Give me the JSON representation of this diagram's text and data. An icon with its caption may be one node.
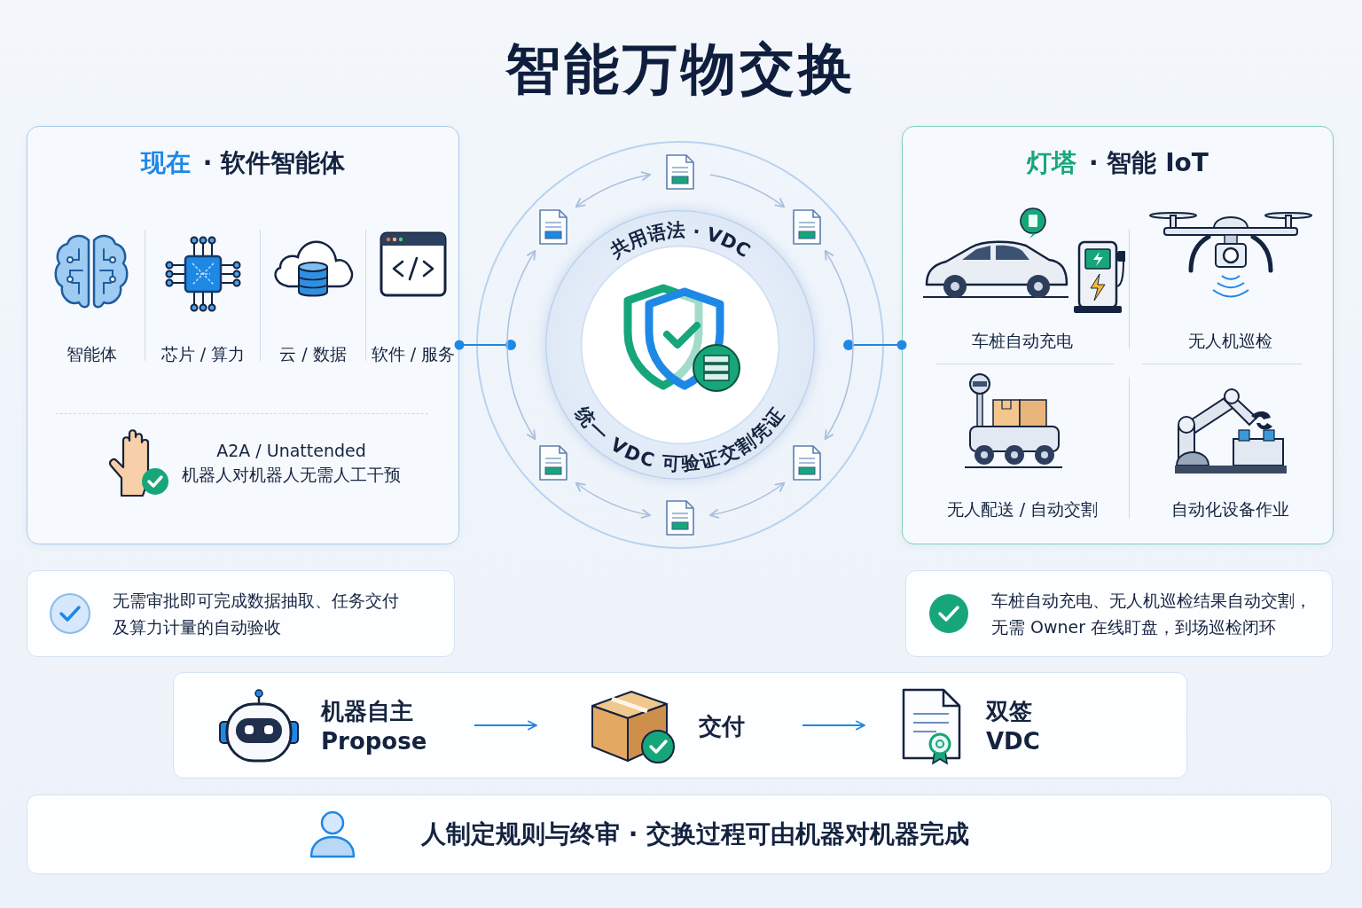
{
  "diagram": {
    "title": "智能万物交换",
    "nodes": [
      {
        "text": [
          "现在",
          "· 软件智能体"
        ]
      },
      {
        "text": [
          "智能体"
        ],
        "in": 0
      },
      {
        "text": [
          "芯片 / 算力"
        ],
        "in": 0
      },
      {
        "text": [
          "云 / 数据"
        ],
        "in": 0
      },
      {
        "text": [
          "软件 / 服务"
        ],
        "in": 0
      },
      {
        "text": [
          "A2A / Unattended",
          "机器人对机器人无需人工干预"
        ],
        "in": 0
      },
      {
        "text": [],
        "shape": "circle"
      },
      {
        "text": [],
        "shape": "circle",
        "in": 6
      },
      {
        "text": [],
        "shape": "circle",
        "in": 6
      },
      {
        "text": [],
        "shape": "picture",
        "in": 6
      },
      {
        "text": [],
        "shape": "picture",
        "in": 6
      },
      {
        "text": [],
        "shape": "picture",
        "in": 6
      },
      {
        "text": [],
        "shape": "picture",
        "in": 6
      },
      {
        "text": [],
        "shape": "picture",
        "in": 6
      },
      {
        "text": [],
        "shape": "picture",
        "in": 6
      },
      {
        "text": [
          "共用语法 · VDC",
          "统一 VDC 可验证交割凭证"
        ],
        "in": 6
      },
      {
        "text": [],
        "shape": "picture",
        "in": 15
      },
      {
        "text": [
          "灯塔",
          "· 智能 IoT"
        ]
      },
      {
        "text": [
          "车桩自动充电"
        ],
        "in": 17
      },
      {
        "text": [
          "无人机巡检"
        ],
        "in": 17
      },
      {
        "text": [
          "无人配送 / 自动交割"
        ],
        "in": 17
      },
      {
        "text": [
          "自动化设备作业"
        ],
        "in": 17
      },
      {
        "text": [
          "无需审批即可完成数据抽取、任务交付及算力计量的自动验收"
        ]
      },
      {
        "text": [
          "车桩自动充电、无人机巡检结果自动交割，无需 Owner 在线盯盘，到场巡检闭环"
        ]
      },
      {
        "text": [],
        "shape": "box"
      },
      {
        "text": [
          "机器自主 Propose"
        ],
        "in": 24
      },
      {
        "text": [
          "交付"
        ],
        "in": 24
      },
      {
        "text": [
          "双签 VDC"
        ],
        "in": 24
      },
      {
        "text": [
          "人制定规则与终审 · 交换过程可由机器对机器完成"
        ]
      }
    ],
    "edges": [
      {
        "from": 4,
        "to": 7,
        "arrow": "other",
        "color": "#1e88e5"
      },
      {
        "from": 8,
        "to": 17,
        "arrow": "other",
        "color": "#1e88e5"
      },
      {
        "from": 9,
        "to": 11,
        "arrow": "to"
      },
      {
        "from": 10,
        "to": 9,
        "arrow": "both"
      },
      {
        "from": 10,
        "to": 12,
        "arrow": "both"
      },
      {
        "from": 11,
        "to": 13,
        "arrow": "both"
      },
      {
        "from": 12,
        "to": 14,
        "arrow": "both"
      },
      {
        "from": 14,
        "to": 13,
        "arrow": "both"
      },
      {
        "from": 25,
        "to": 26,
        "arrow": "to",
        "color": "#1e88e5"
      },
      {
        "from": 26,
        "to": 27,
        "arrow": "to",
        "color": "#1e88e5"
      }
    ]
  }
}
